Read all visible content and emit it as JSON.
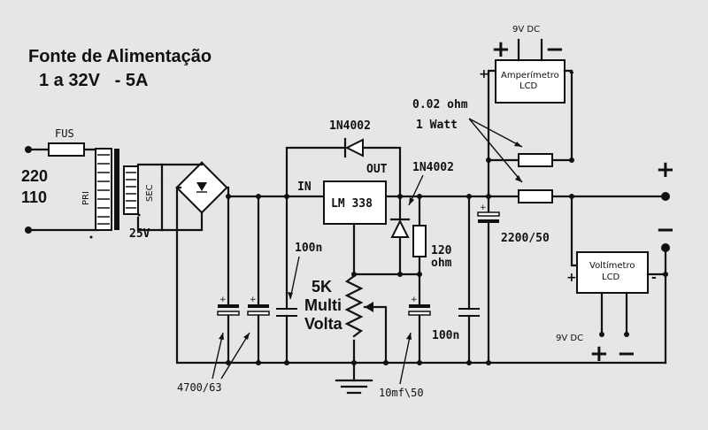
{
  "title": {
    "line1": "Fonte de Alimentação",
    "line2": "1 a 32V   - 5A"
  },
  "transformer": {
    "fuse": "FUS",
    "v220": "220",
    "v110": "110",
    "pri": "PRI",
    "sec": "SEC",
    "secondary_voltage": "25V"
  },
  "regulator": {
    "chip": "LM 338",
    "in": "IN",
    "out": "OUT",
    "diode_top": "1N4002",
    "diode_right": "1N4002"
  },
  "components": {
    "cap_filter": "4700/63",
    "cap_100n_a": "100n",
    "pot_line1": "5K",
    "pot_line2": "Multi",
    "pot_line3": "Volta",
    "resistor_120_line1": "120",
    "resistor_120_line2": "ohm",
    "cap_10mf": "10mf\\50",
    "cap_100n_b": "100n",
    "cap_2200": "2200/50",
    "shunt_line1": "0.02 ohm",
    "shunt_line2": "1 Watt"
  },
  "meters": {
    "ammeter_line1": "Amperímetro",
    "ammeter_line2": "LCD",
    "ammeter_supply": "9V DC",
    "voltmeter_line1": "Voltímetro",
    "voltmeter_line2": "LCD",
    "voltmeter_supply": "9V DC"
  },
  "signs": {
    "plus": "+",
    "minus": "−",
    "small_plus": "+",
    "small_minus": "-"
  }
}
